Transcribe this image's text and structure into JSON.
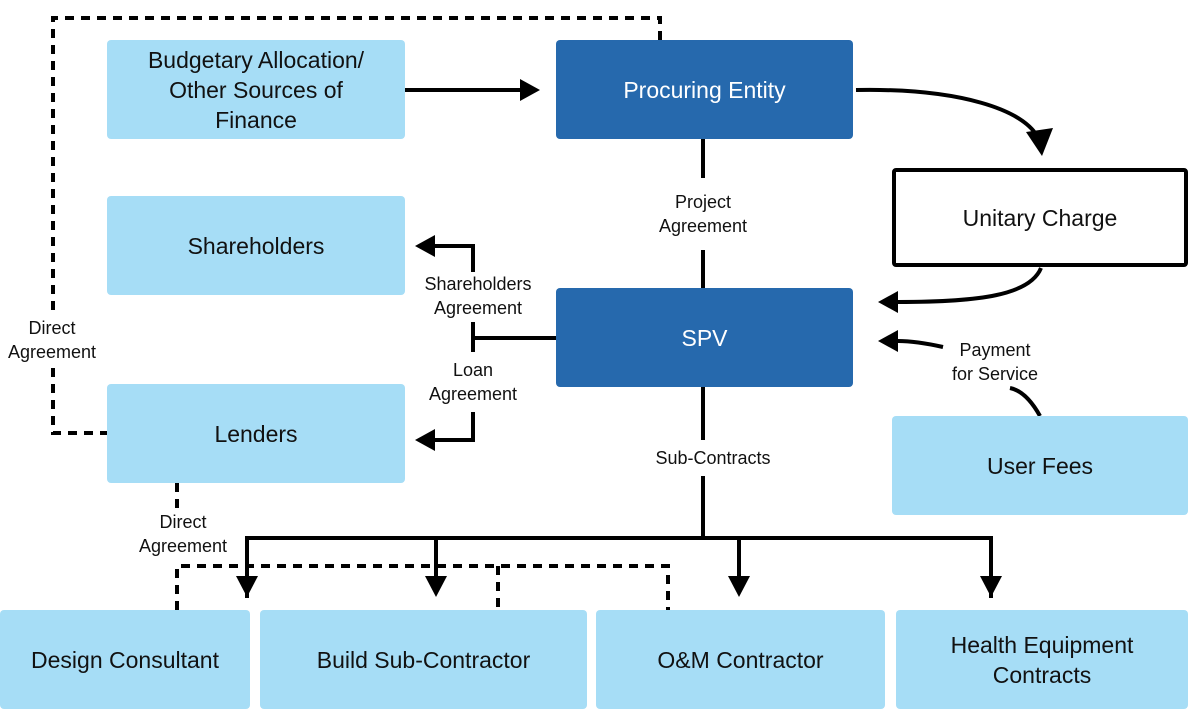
{
  "diagram": {
    "nodes": {
      "budget": "Budgetary Allocation/\nOther Sources of\nFinance",
      "procuring": "Procuring Entity",
      "unitary": "Unitary Charge",
      "shareholders": "Shareholders",
      "spv": "SPV",
      "lenders": "Lenders",
      "userfees": "User Fees",
      "design": "Design Consultant",
      "build": "Build Sub-Contractor",
      "om": "O&M Contractor",
      "health": "Health Equipment\nContracts"
    },
    "labels": {
      "project_agreement": "Project\nAgreement",
      "shareholders_agreement": "Shareholders\nAgreement",
      "loan_agreement": "Loan\nAgreement",
      "sub_contracts": "Sub-Contracts",
      "payment_for_service": "Payment\nfor Service",
      "direct_agreement_left": "Direct\nAgreement",
      "direct_agreement_bottom": "Direct\nAgreement"
    },
    "colors": {
      "light_box": "#a6ddf6",
      "dark_box": "#2669ad",
      "line": "#000000"
    }
  }
}
